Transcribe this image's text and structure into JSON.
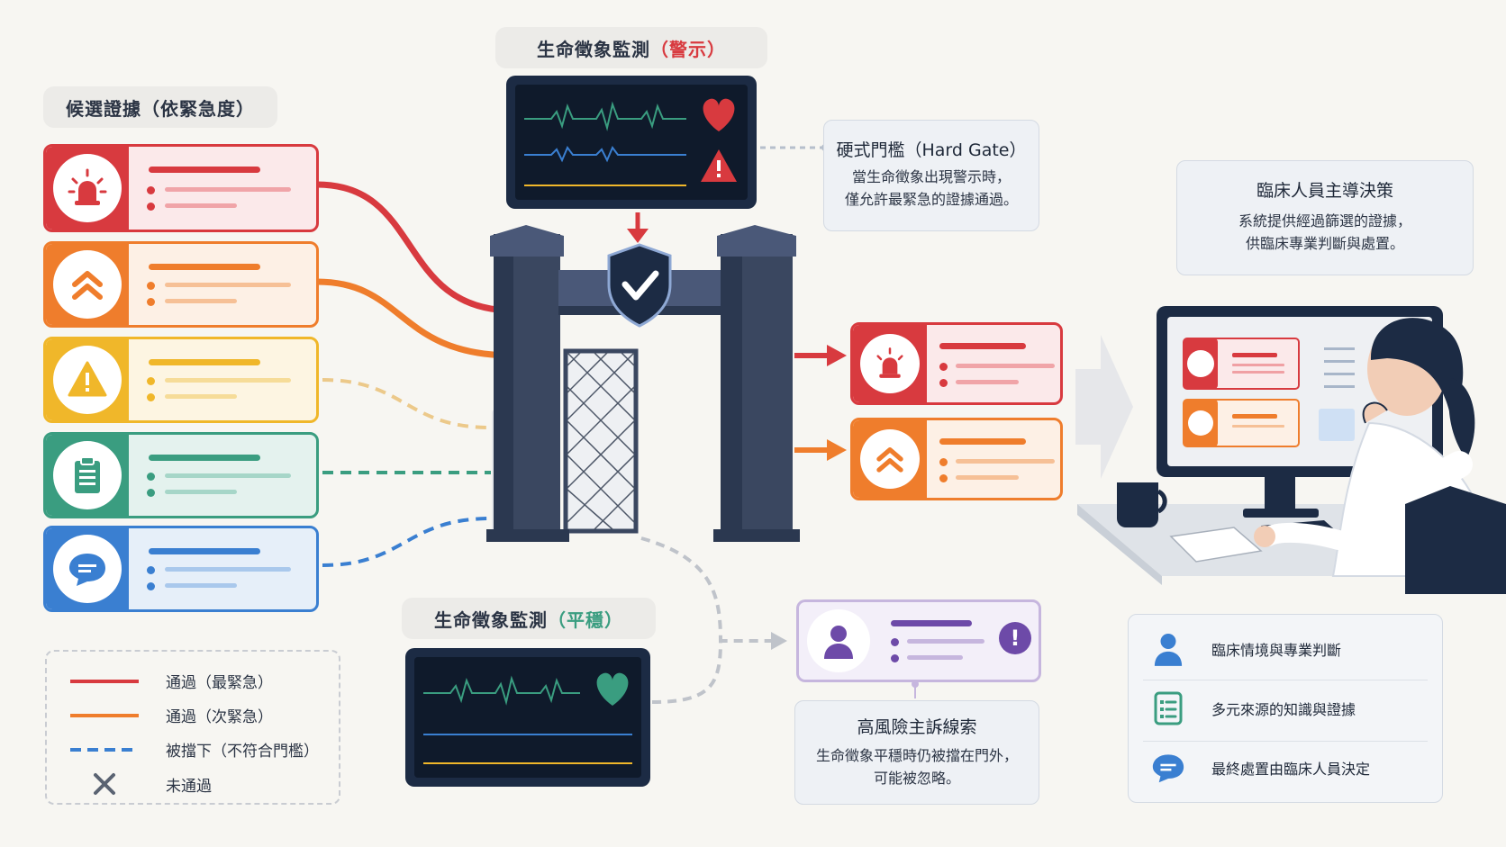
{
  "candidate_title": "候選證據（依緊急度）",
  "vital_alert": {
    "title_main": "生命徵象監測",
    "title_tag": "（警示）"
  },
  "vital_stable": {
    "title_main": "生命徵象監測",
    "title_tag": "（平穩）"
  },
  "hard_gate": {
    "title": "硬式門檻（Hard Gate）",
    "line1": "當生命徵象出現警示時，",
    "line2": "僅允許最緊急的證據通過。"
  },
  "clinician": {
    "title": "臨床人員主導決策",
    "line1": "系統提供經過篩選的證據，",
    "line2": "供臨床專業判斷與處置。"
  },
  "high_risk": {
    "title": "高風險主訴線索",
    "line1": "生命徵象平穩時仍被擋在門外，",
    "line2": "可能被忽略。"
  },
  "legend": [
    {
      "label": "通過（最緊急）"
    },
    {
      "label": "通過（次緊急）"
    },
    {
      "label": "被擋下（不符合門檻）"
    },
    {
      "label": "未通過"
    }
  ],
  "summary": [
    {
      "label": "臨床情境與專業判斷",
      "icon": "person-icon"
    },
    {
      "label": "多元來源的知識與證據",
      "icon": "checklist-icon"
    },
    {
      "label": "最終處置由臨床人員決定",
      "icon": "chat-icon"
    }
  ],
  "colors": {
    "red": "#d83a3f",
    "orange": "#ef7d2c",
    "yellow": "#f0b72a",
    "green": "#3a9d80",
    "blue": "#3a7fd1",
    "purple": "#6d4aa8",
    "navy": "#1c2b44"
  }
}
